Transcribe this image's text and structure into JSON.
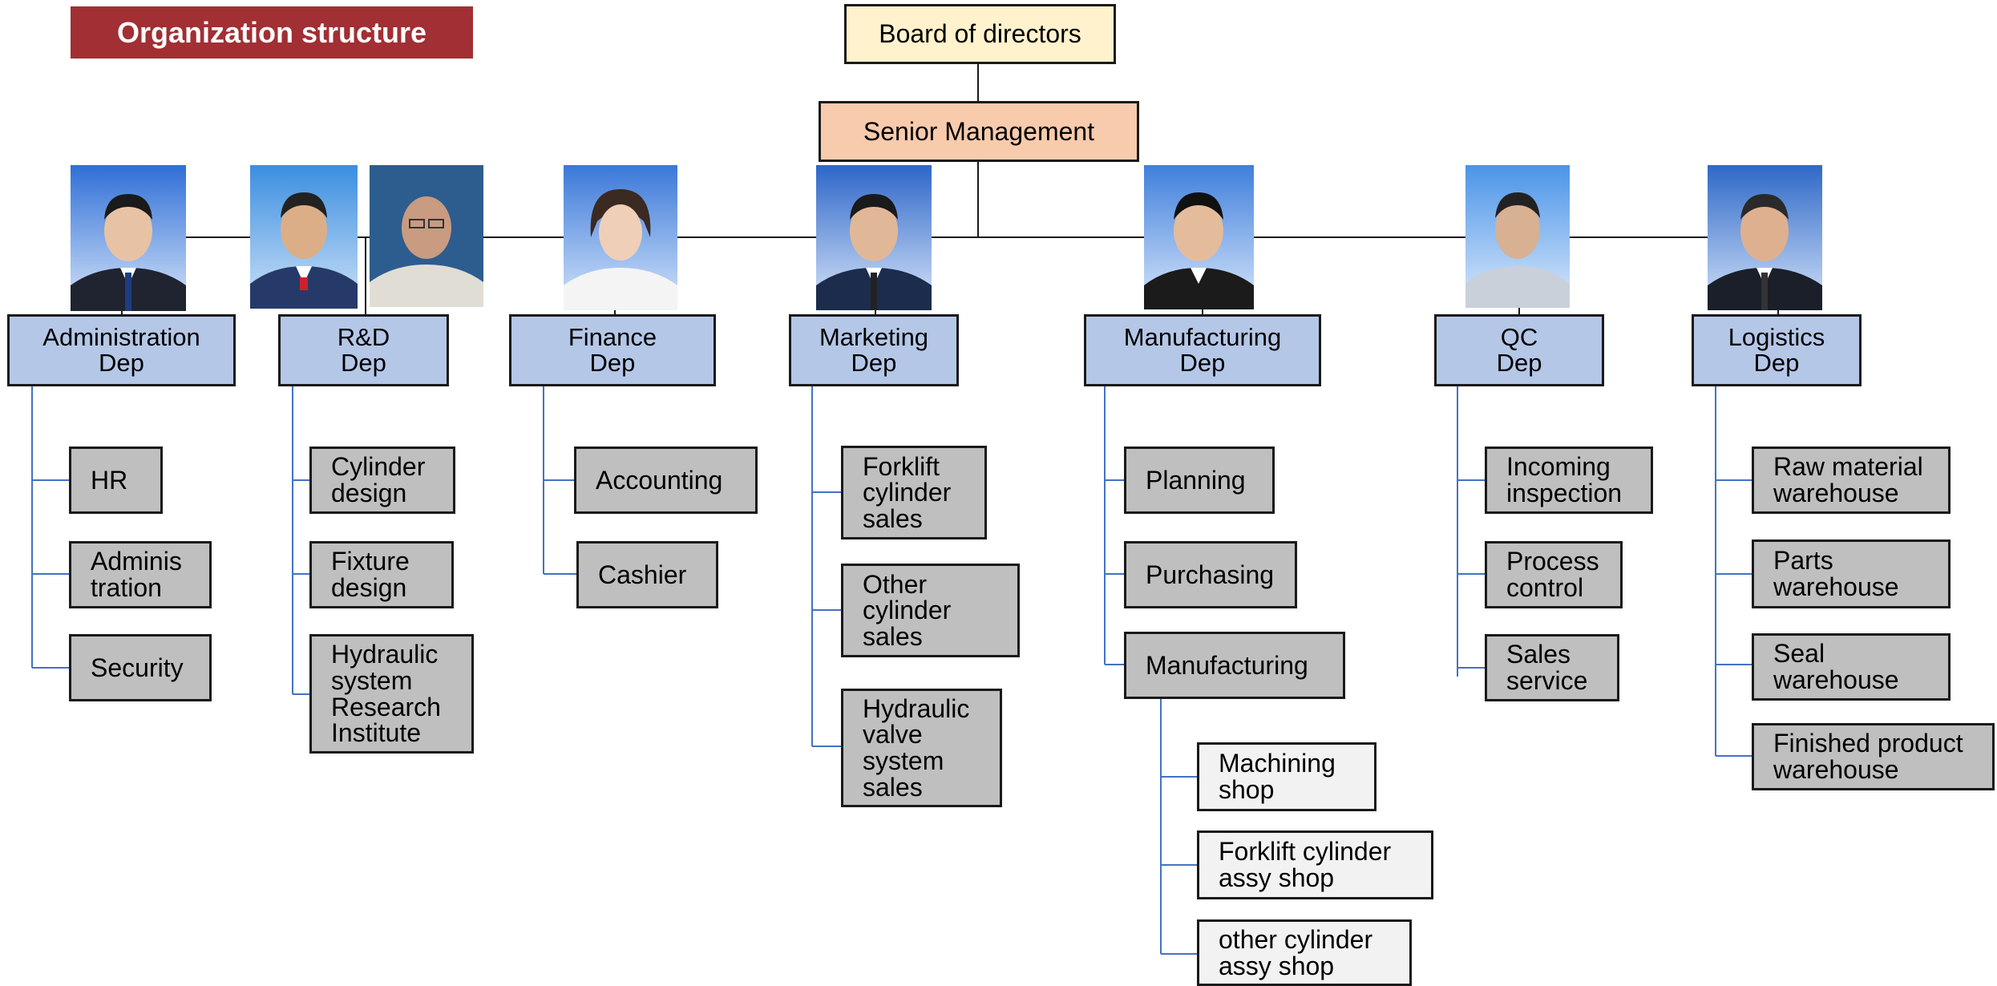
{
  "title": "Organization structure",
  "board": "Board of directors",
  "senior": "Senior Management",
  "departments": [
    {
      "label": "Administration\nDep",
      "subs": [
        "HR",
        "Adminis\ntration",
        "Security"
      ]
    },
    {
      "label": "R&D\nDep",
      "subs": [
        "Cylinder\ndesign",
        "Fixture\ndesign",
        "Hydraulic\nsystem\nResearch\nInstitute"
      ]
    },
    {
      "label": "Finance\nDep",
      "subs": [
        "Accounting",
        "Cashier"
      ]
    },
    {
      "label": "Marketing\nDep",
      "subs": [
        "Forklift\ncylinder\nsales",
        "Other\ncylinder\nsales",
        "Hydraulic\nvalve\nsystem\nsales"
      ]
    },
    {
      "label": "Manufacturing\nDep",
      "subs": [
        "Planning",
        "Purchasing",
        "Manufacturing"
      ]
    },
    {
      "label": "QC\nDep",
      "subs": [
        "Incoming\ninspection",
        "Process\ncontrol",
        "Sales\nservice"
      ]
    },
    {
      "label": "Logistics\nDep",
      "subs": [
        "Raw material\nwarehouse",
        "Parts\nwarehouse",
        "Seal\nwarehouse",
        "Finished product\nwarehouse"
      ]
    }
  ],
  "shops": [
    "Machining\nshop",
    "Forklift  cylinder\nassy shop",
    "other  cylinder\nassy shop"
  ],
  "colors": {
    "banner": "#a12f33",
    "board": "#fff2cc",
    "senior": "#f8cbad",
    "department": "#b4c7e7",
    "sub_unit": "#bfbfbf",
    "shop": "#f2f2f2",
    "blue_connector": "#4472c4"
  }
}
